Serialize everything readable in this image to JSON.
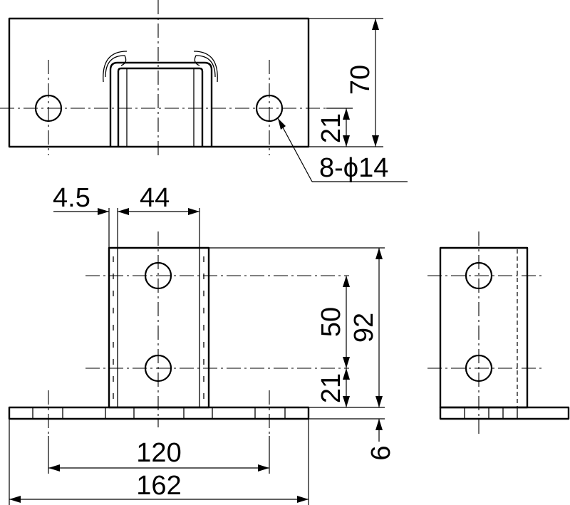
{
  "dimensions": {
    "height_top": "70",
    "hole_offset_top": "21",
    "hole_spec": "8-ϕ14",
    "plate_thickness_dim": "4.5",
    "channel_width": "44",
    "hole_spacing_vertical": "50",
    "total_height": "92",
    "hole_offset_front": "21",
    "base_thickness": "6",
    "hole_spacing_horizontal": "120",
    "overall_width": "162"
  }
}
